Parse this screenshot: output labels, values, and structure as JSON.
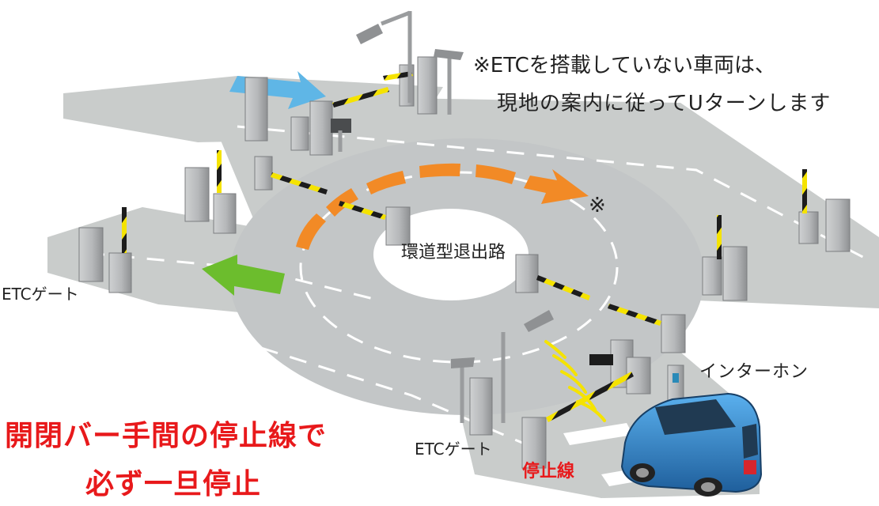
{
  "labels": {
    "note_line1": "※ETCを搭載していない車両は、",
    "note_line2": "現地の案内に従ってUターンします",
    "note_mark": "※",
    "center_label": "環道型退出路",
    "etc_gate_left": "ETCゲート",
    "etc_gate_bottom": "ETCゲート",
    "intercom": "インターホン",
    "warning_line1": "開閉バー手間の停止線で",
    "warning_line2": "必ず一旦停止",
    "stop_line": "停止線"
  },
  "colors": {
    "road": "#c9cccb",
    "road_edge": "#a8aaab",
    "lane_marking": "#ffffff",
    "u_turn_arrow": "#f28a26",
    "entry_arrow": "#6cbd2d",
    "exit_arrow": "#5fb6e6",
    "warning_text": "#e8191b",
    "barrier_yellow": "#f5e300",
    "barrier_black": "#1c1c1c",
    "car_body": "#2f7fc4"
  },
  "icons": {
    "gate_post": "gate-post-icon",
    "barrier": "barrier-arm-icon",
    "antenna": "antenna-icon",
    "signal_waves": "signal-waves-icon",
    "car": "car-icon",
    "intercom": "intercom-icon"
  }
}
